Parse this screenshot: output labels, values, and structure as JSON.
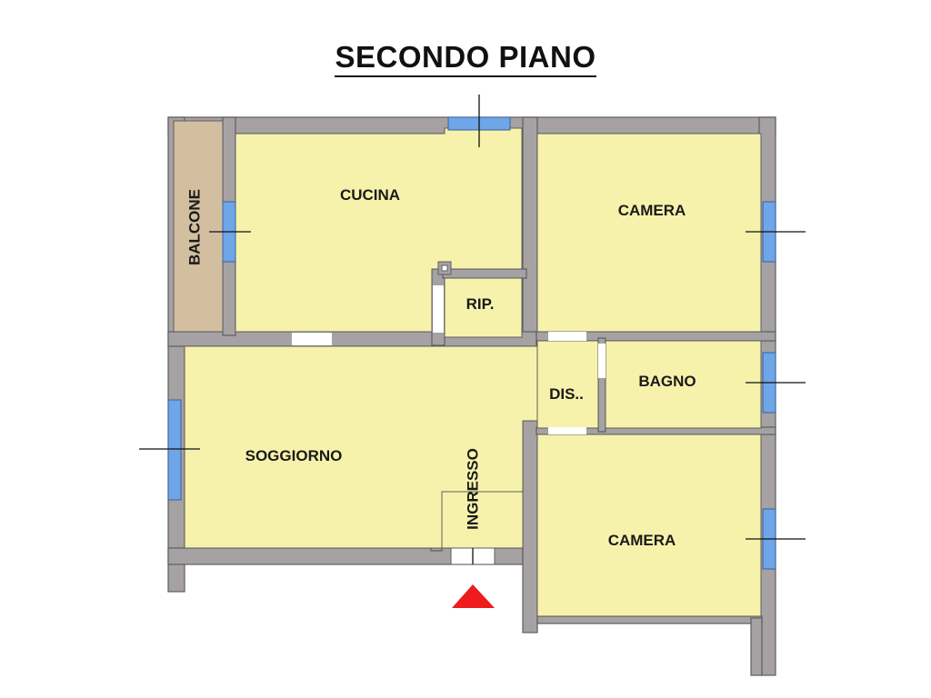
{
  "title": "SECONDO PIANO",
  "rooms": {
    "balcone": "BALCONE",
    "cucina": "CUCINA",
    "camera_top": "CAMERA",
    "rip": "RIP.",
    "dis": "DIS..",
    "bagno": "BAGNO",
    "soggiorno": "SOGGIORNO",
    "ingresso": "INGRESSO",
    "camera_bottom": "CAMERA"
  },
  "colors": {
    "wall": "#a6a2a3",
    "wall_edge": "#5e5e5e",
    "room_fill": "#f7f2ab",
    "balcony_fill": "#d3bea0",
    "window": "#6ea6e8",
    "entrance_marker": "#ee1c1c"
  }
}
